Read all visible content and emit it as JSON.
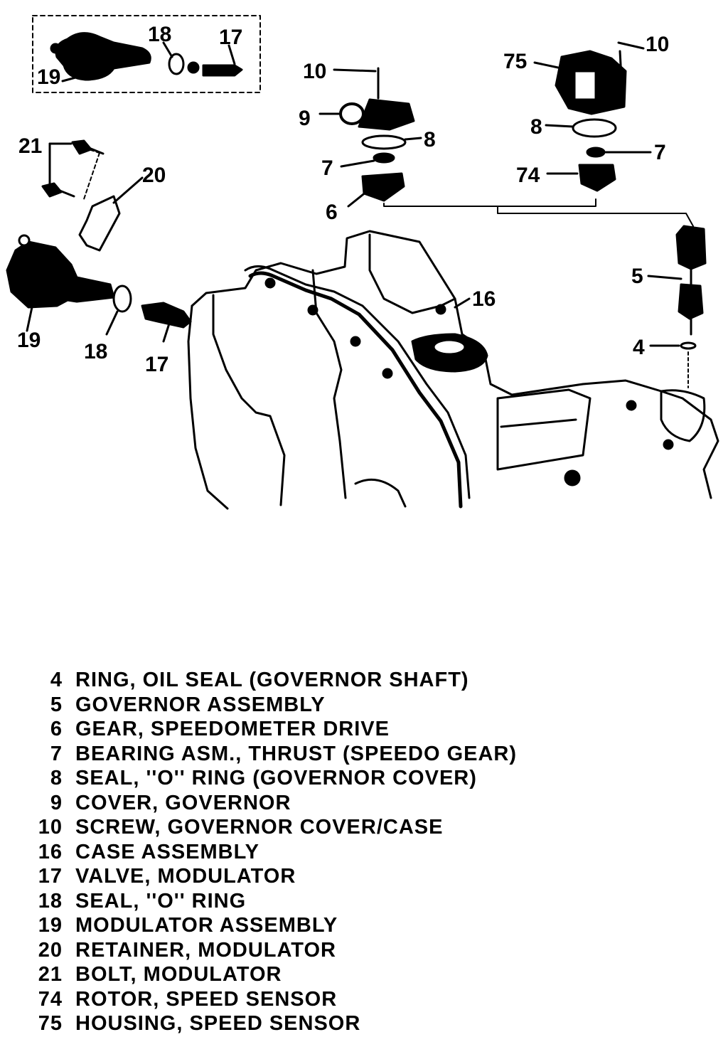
{
  "callouts": {
    "c4": "4",
    "c5": "5",
    "c6": "6",
    "c7a": "7",
    "c7b": "7",
    "c8a": "8",
    "c8b": "8",
    "c9": "9",
    "c10a": "10",
    "c10b": "10",
    "c16": "16",
    "c17a": "17",
    "c17b": "17",
    "c18a": "18",
    "c18b": "18",
    "c19a": "19",
    "c19b": "19",
    "c20": "20",
    "c21": "21",
    "c74": "74",
    "c75": "75"
  },
  "legend": [
    {
      "num": "4",
      "desc": "RING, OIL SEAL (GOVERNOR SHAFT)"
    },
    {
      "num": "5",
      "desc": "GOVERNOR ASSEMBLY"
    },
    {
      "num": "6",
      "desc": "GEAR, SPEEDOMETER DRIVE"
    },
    {
      "num": "7",
      "desc": "BEARING ASM., THRUST (SPEEDO GEAR)"
    },
    {
      "num": "8",
      "desc": "SEAL, ''O'' RING (GOVERNOR COVER)"
    },
    {
      "num": "9",
      "desc": "COVER, GOVERNOR"
    },
    {
      "num": "10",
      "desc": "SCREW, GOVERNOR COVER/CASE"
    },
    {
      "num": "16",
      "desc": "CASE ASSEMBLY"
    },
    {
      "num": "17",
      "desc": "VALVE, MODULATOR"
    },
    {
      "num": "18",
      "desc": "SEAL, ''O'' RING"
    },
    {
      "num": "19",
      "desc": "MODULATOR ASSEMBLY"
    },
    {
      "num": "20",
      "desc": "RETAINER, MODULATOR"
    },
    {
      "num": "21",
      "desc": "BOLT, MODULATOR"
    },
    {
      "num": "74",
      "desc": "ROTOR, SPEED SENSOR"
    },
    {
      "num": "75",
      "desc": "HOUSING, SPEED SENSOR"
    }
  ]
}
